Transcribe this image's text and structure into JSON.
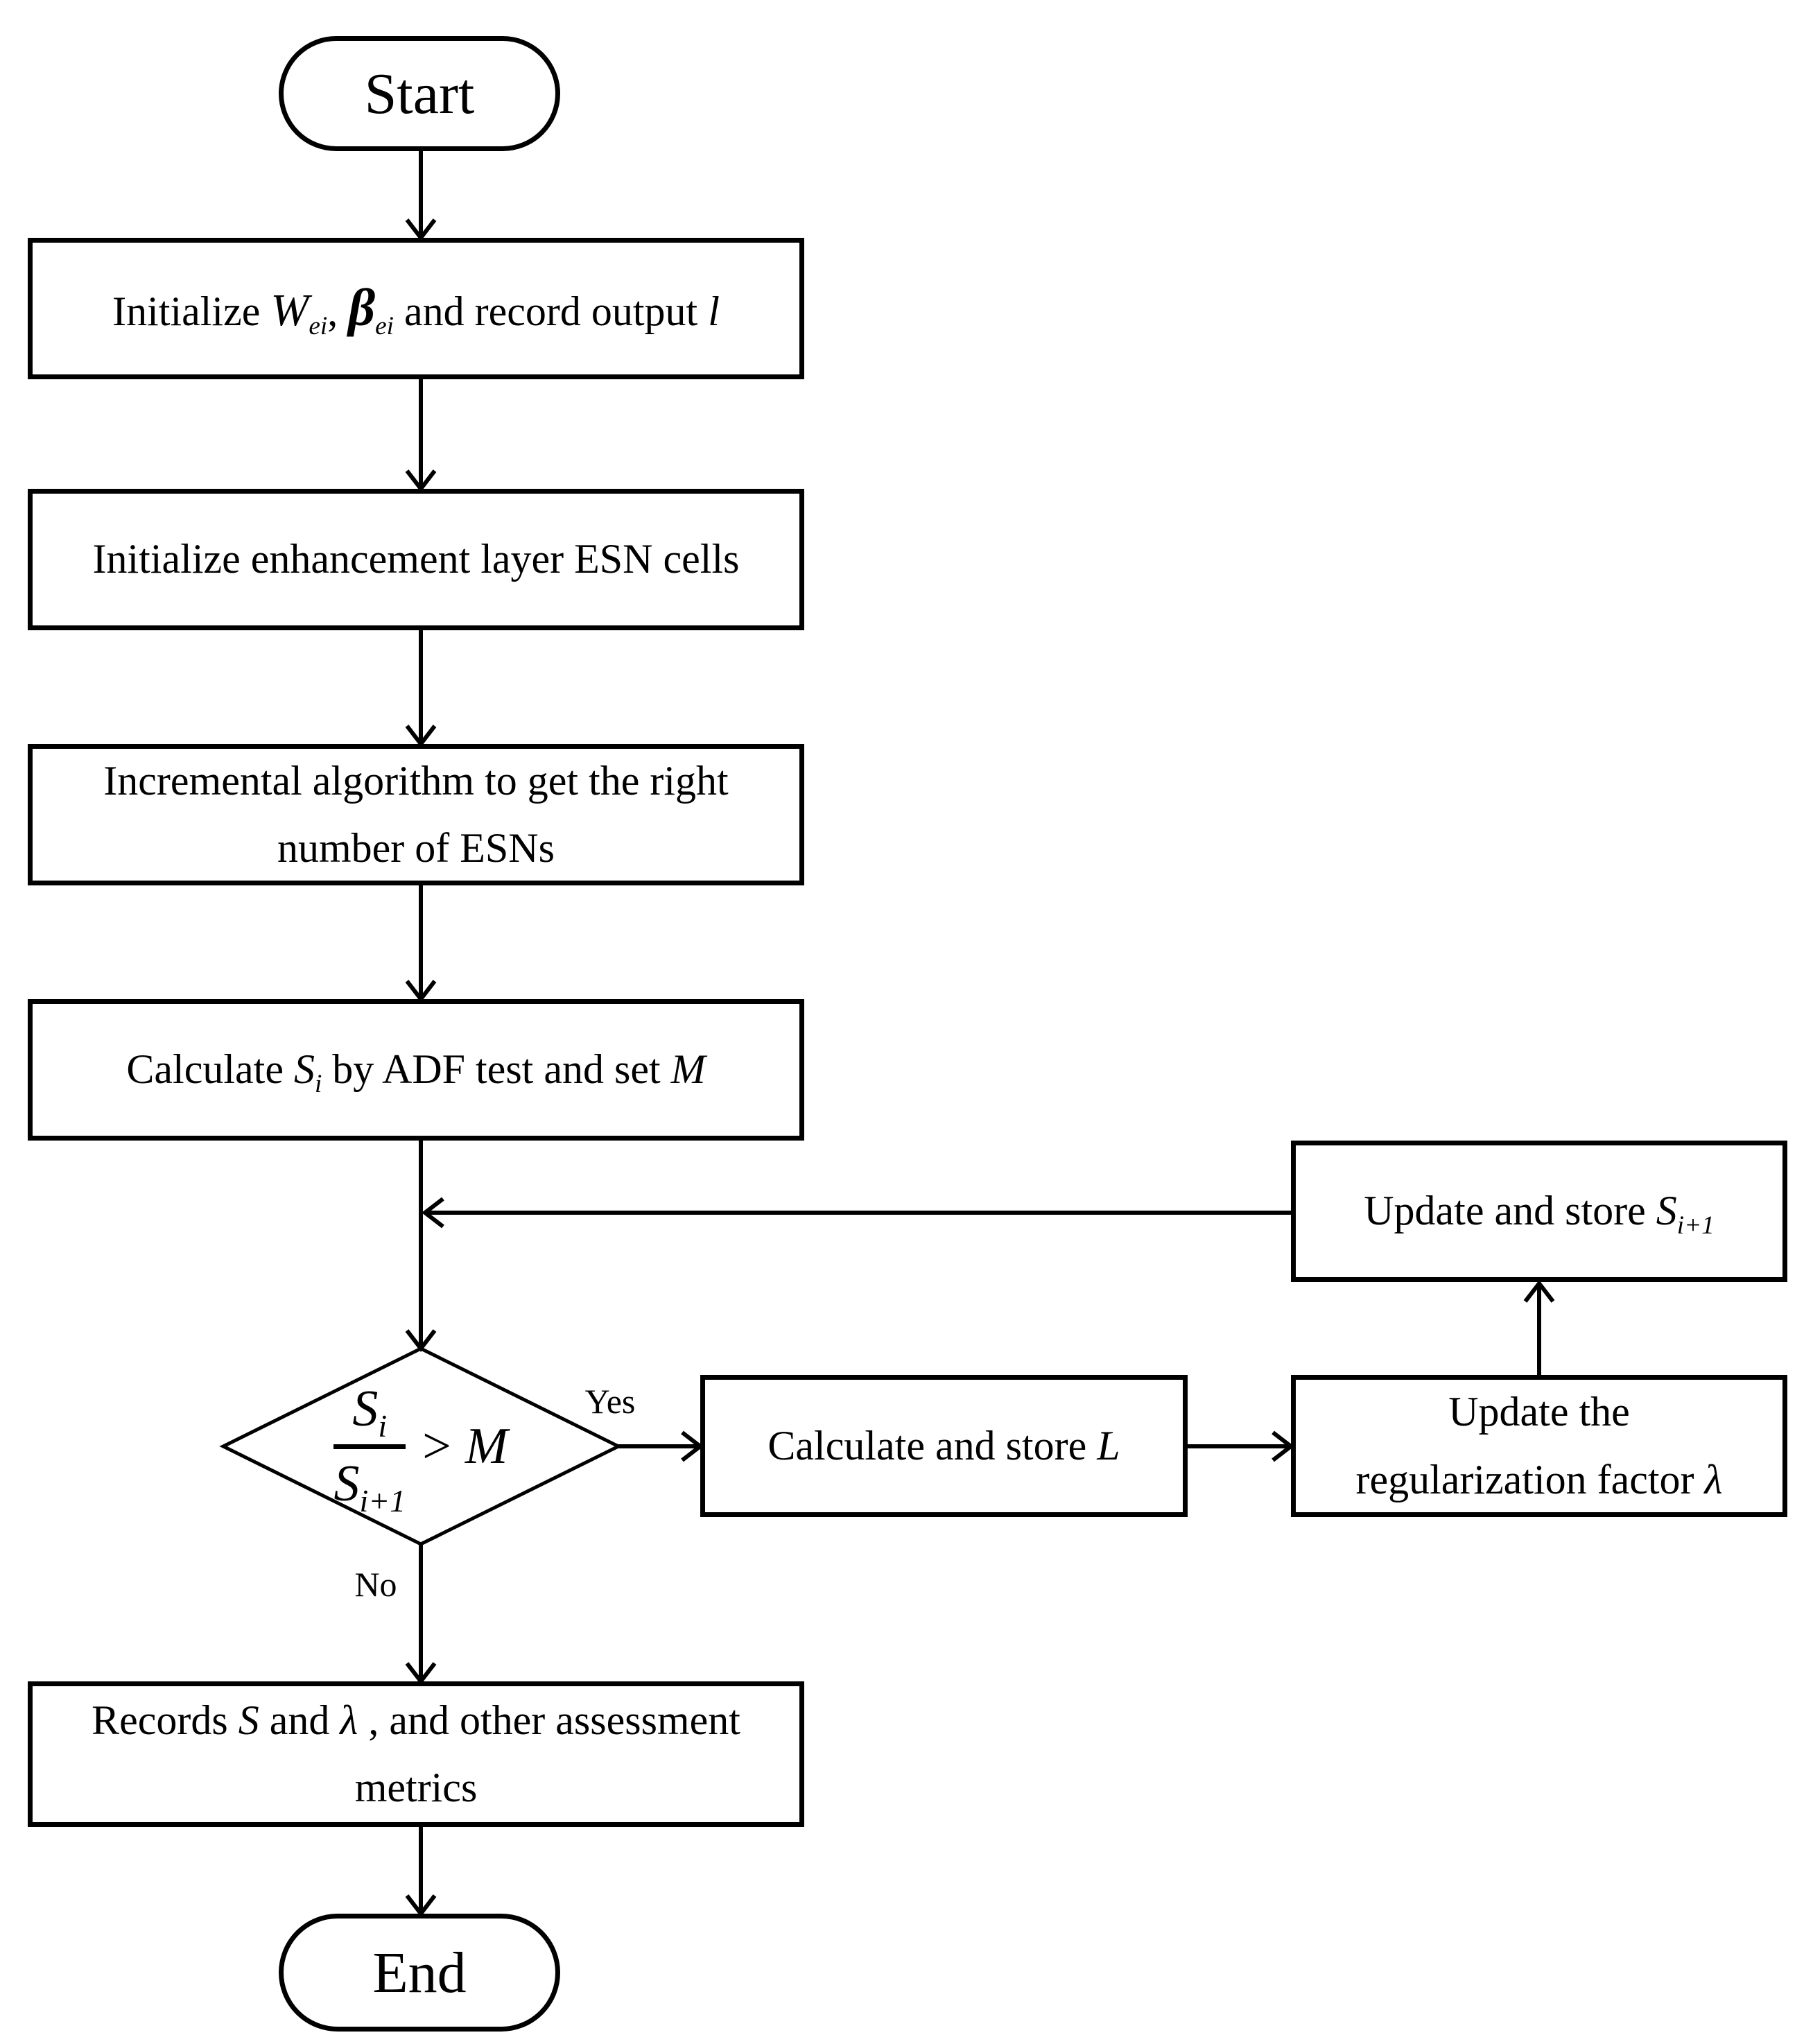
{
  "colors": {
    "stroke": "#000000",
    "background": "#ffffff",
    "text": "#000000"
  },
  "flowchart": {
    "start": {
      "label": "Start"
    },
    "init_box": {
      "t1": "Initialize ",
      "w": "W",
      "w_sub": "ei",
      "t2": ", ",
      "beta": "β",
      "beta_sub": "ei",
      "t3": "  and record output ",
      "l": "l"
    },
    "esn_box": {
      "label": "Initialize enhancement layer ESN cells"
    },
    "incremental_box": {
      "line1": "Incremental algorithm to get the right",
      "line2": "number of ESNs"
    },
    "adf_box": {
      "t1": "Calculate ",
      "s": "S",
      "s_sub": "i",
      "t2": " by ADF test and set ",
      "m": "M"
    },
    "decision": {
      "num": "S",
      "num_sub": "i",
      "den": "S",
      "den_sub": "i+1",
      "op": ">",
      "rhs": "M",
      "yes": "Yes",
      "no": "No"
    },
    "calc_box": {
      "t1": "Calculate and store ",
      "l": "L"
    },
    "lambda_box": {
      "line1": "Update the",
      "line2": "regularization factor ",
      "lambda": "λ"
    },
    "update_s_box": {
      "t1": "Update and store ",
      "s": "S",
      "s_sub": "i+1"
    },
    "records_box": {
      "t1": "Records ",
      "s": "S",
      "t2": " and ",
      "lambda": "λ",
      "t3": " , and other assessment",
      "t4": "metrics"
    },
    "end": {
      "label": "End"
    }
  }
}
